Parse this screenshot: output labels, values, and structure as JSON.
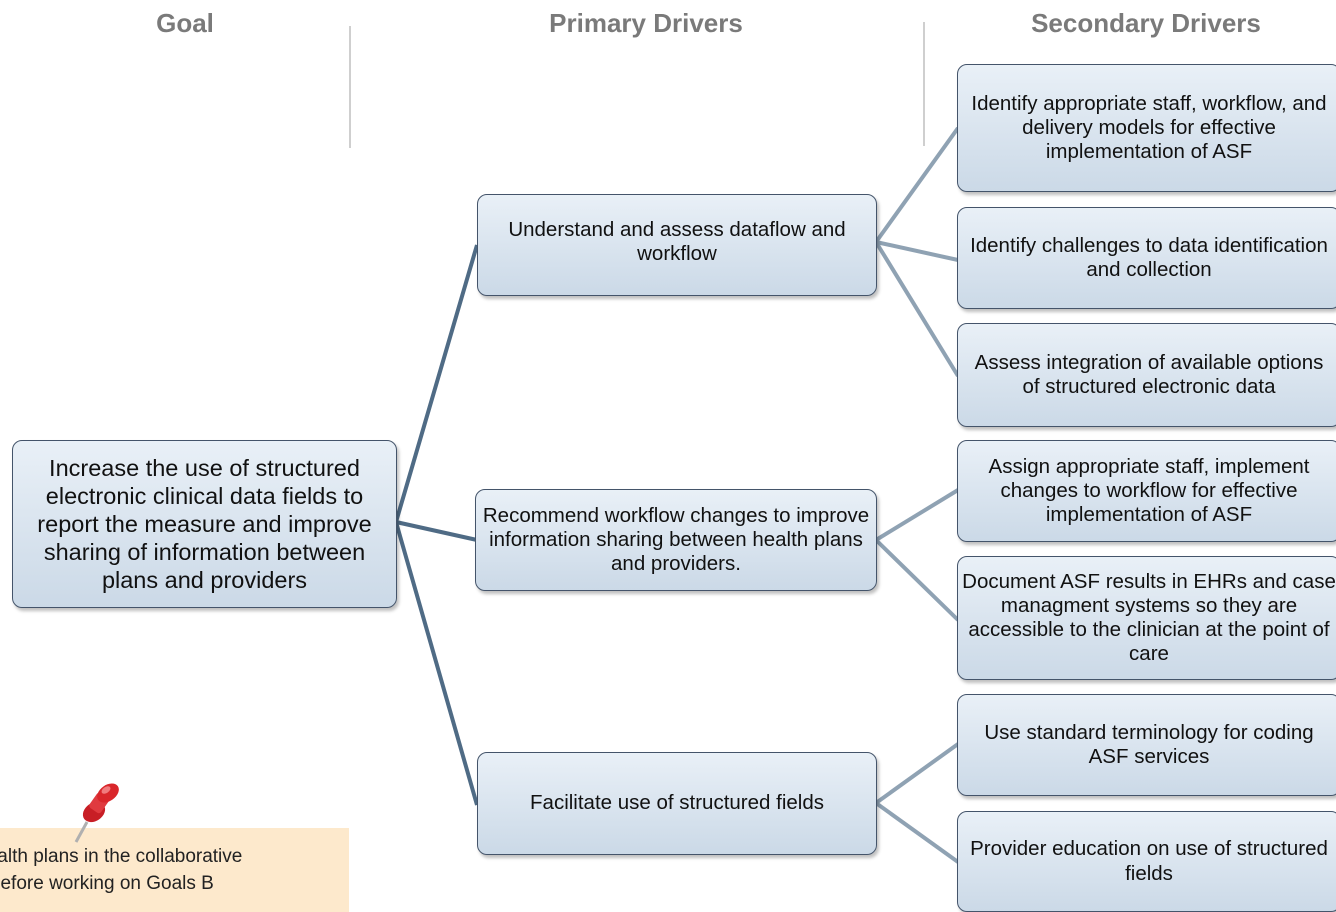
{
  "headers": {
    "goal": "Goal",
    "primary": "Primary Drivers",
    "secondary": "Secondary Drivers"
  },
  "goal": {
    "text": "Increase the use of structured electronic clinical data fields to report the measure and improve sharing of information between plans and providers"
  },
  "primary_drivers": [
    "Understand and assess dataflow and workflow",
    "Recommend workflow changes to improve information sharing between health plans and providers.",
    "Facilitate use of structured fields"
  ],
  "secondary_drivers": [
    "Identify appropriate staff, workflow, and delivery models for effective implementation of ASF",
    "Identify challenges to data identification and collection",
    "Assess integration of available options of structured electronic data",
    "Assign appropriate staff, implement changes to workflow for effective implementation of ASF",
    "Document ASF results in EHRs and case managment systems so they are accessible to the clinician at the point of care",
    "Use standard terminology for coding ASF services",
    "Provider education on use of structured fields"
  ],
  "note": {
    "line1": "ur health plans in the collaborative",
    "line2": "al A before working on Goals B"
  },
  "colors": {
    "primary_connector": "#4f6b85",
    "secondary_connector": "#8fa2b3",
    "header_text": "#7a7a7a",
    "note_background": "#fde9cc",
    "pin": "#d9262b"
  },
  "icons": {
    "pin": "pushpin-icon"
  }
}
